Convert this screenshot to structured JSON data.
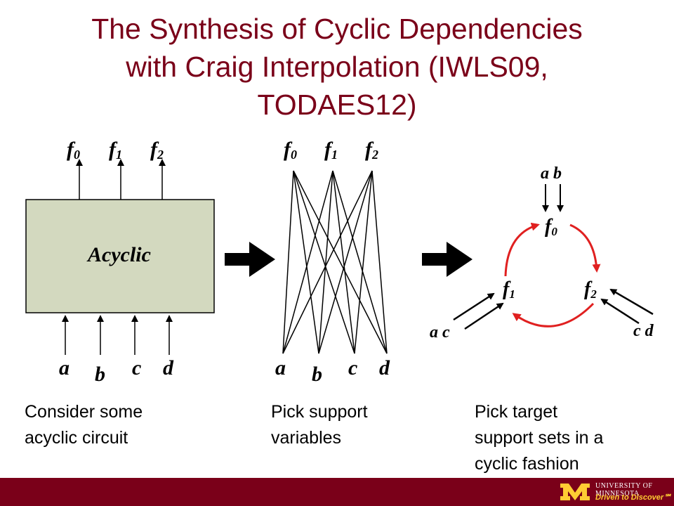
{
  "title": {
    "line1": "The Synthesis of Cyclic Dependencies",
    "line2": "with Craig Interpolation (IWLS09,",
    "line3": "TODAES12)"
  },
  "panel1": {
    "block_label": "Acyclic",
    "outputs": [
      "f",
      "f",
      "f"
    ],
    "output_subscripts": [
      "0",
      "1",
      "2"
    ],
    "inputs": [
      "a",
      "b",
      "c",
      "d"
    ],
    "caption_line1": "Consider some",
    "caption_line2": "acyclic circuit"
  },
  "panel2": {
    "outputs": [
      "f",
      "f",
      "f"
    ],
    "output_subscripts": [
      "0",
      "1",
      "2"
    ],
    "inputs": [
      "a",
      "b",
      "c",
      "d"
    ],
    "caption_line1": "Pick support",
    "caption_line2": "variables"
  },
  "panel3": {
    "nodes": [
      "f",
      "f",
      "f"
    ],
    "node_subscripts": [
      "0",
      "1",
      "2"
    ],
    "top_inputs": "a b",
    "left_inputs": "a c",
    "right_inputs": "c d",
    "caption_line1": "Pick target",
    "caption_line2": "support sets in a",
    "caption_line3": "cyclic fashion"
  },
  "footer": {
    "university": "UNIVERSITY OF MINNESOTA",
    "tagline": "Driven to Discover℠"
  },
  "colors": {
    "maroon": "#7a0019",
    "gold": "#ffcc33",
    "block_fill": "#d3d9bf",
    "cycle_red": "#e02020"
  }
}
